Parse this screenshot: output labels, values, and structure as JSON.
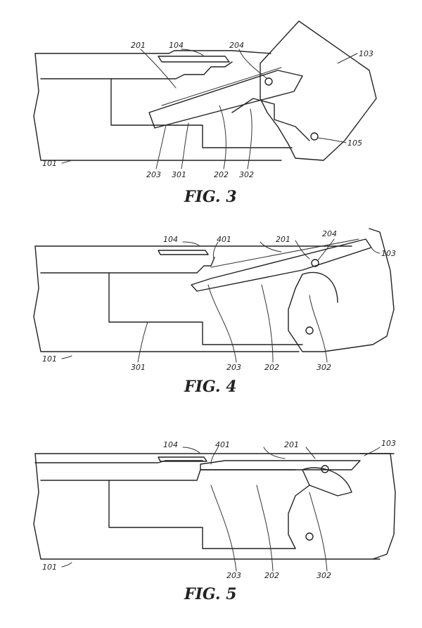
{
  "figures": [
    {
      "caption": "FIG. 3",
      "labels": {
        "l201": "201",
        "l104": "104",
        "l204": "204",
        "l103": "103",
        "l105": "105",
        "l101": "101",
        "l203": "203",
        "l301": "301",
        "l202": "202",
        "l302": "302"
      }
    },
    {
      "caption": "FIG. 4",
      "labels": {
        "l104": "104",
        "l401": "401",
        "l201": "201",
        "l204": "204",
        "l103": "103",
        "l101": "101",
        "l301": "301",
        "l203": "203",
        "l202": "202",
        "l302": "302"
      }
    },
    {
      "caption": "FIG. 5",
      "labels": {
        "l104": "104",
        "l401": "401",
        "l201": "201",
        "l103": "103",
        "l101": "101",
        "l203": "203",
        "l202": "202",
        "l302": "302"
      }
    }
  ]
}
